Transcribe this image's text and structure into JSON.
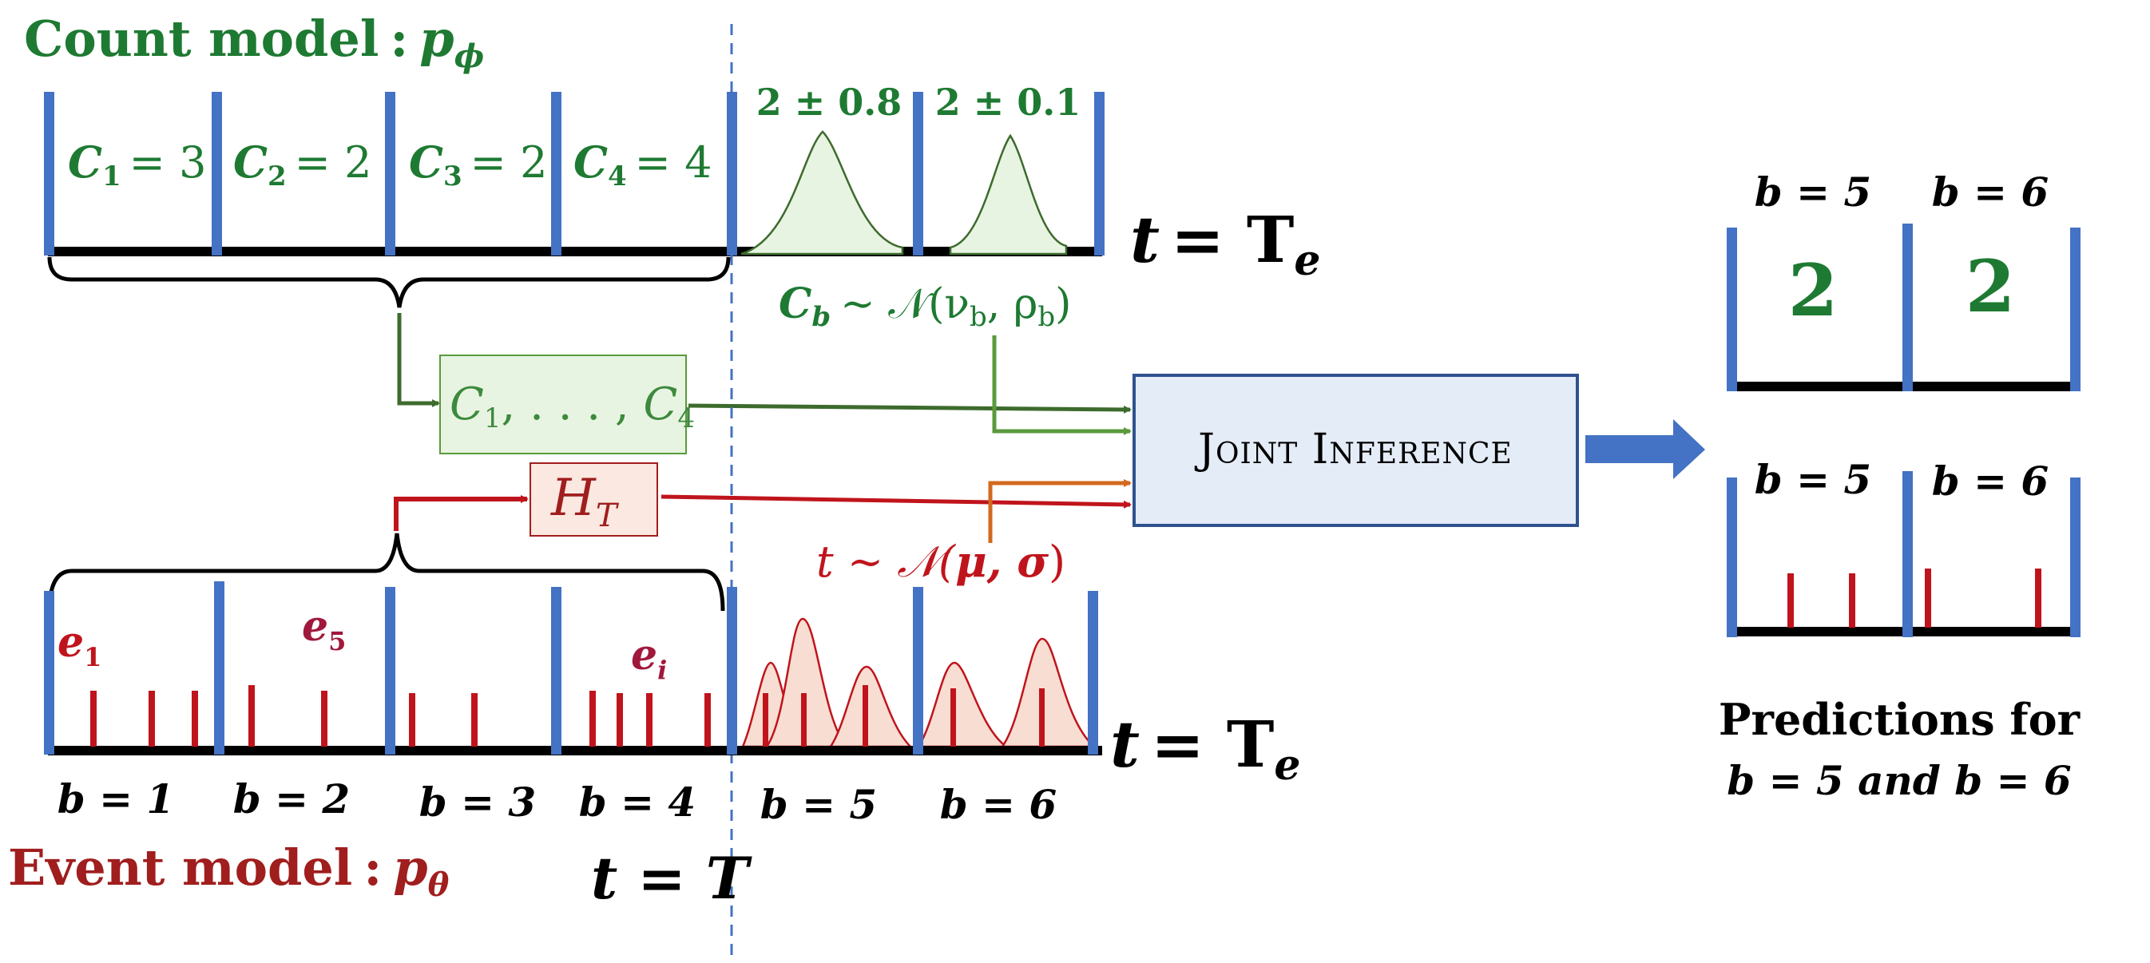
{
  "colors": {
    "green": "#1e7a32",
    "dark_green": "#3d6b2d",
    "red": "#c0141c",
    "dark_red": "#a01e1e",
    "crimson": "#a0183c",
    "blue_bar": "#4472c4",
    "orange": "#d2691e",
    "box_fill": "#e4ecf7",
    "box_stroke": "#2f528f",
    "green_fill": "#e8f4e2",
    "red_fill": "#f8ddd2"
  },
  "count_model": {
    "title": "Count model",
    "colon": ":",
    "param": "p",
    "param_sub": "ϕ",
    "bins": [
      {
        "var": "C",
        "sub": "1",
        "eq": "= 3"
      },
      {
        "var": "C",
        "sub": "2",
        "eq": "= 2"
      },
      {
        "var": "C",
        "sub": "3",
        "eq": "= 2"
      },
      {
        "var": "C",
        "sub": "4",
        "eq": "= 4"
      }
    ],
    "forecasts": [
      "2 ± 0.8",
      "2 ± 0.1"
    ],
    "distribution": {
      "var": "C",
      "sub": "b",
      "rest": "∼ 𝒩(ν",
      "nu_sub": "b",
      "comma": ", ρ",
      "rho_sub": "b",
      "close": ")"
    },
    "time_end": {
      "t": "t",
      "eq": "= T",
      "sub": "e"
    }
  },
  "count_box": {
    "c1": "C",
    "s1": "1",
    "mid": ", . . . , ",
    "c4": "C",
    "s4": "4"
  },
  "history_box": {
    "h": "H",
    "sub": "T"
  },
  "joint": {
    "label": "Joint Inference"
  },
  "event_model": {
    "title": "Event model",
    "colon": ":",
    "param": "p",
    "param_sub": "θ",
    "marks": [
      {
        "var": "e",
        "sub": "1"
      },
      {
        "var": "e",
        "sub": "5"
      },
      {
        "var": "e",
        "sub": "i"
      }
    ],
    "distribution": "t ∼ 𝒩(",
    "dist_params": "μ, σ",
    "dist_close": ")",
    "bin_labels": [
      "b = 1",
      "b = 2",
      "b = 3",
      "b = 4",
      "b = 5",
      "b = 6"
    ],
    "time_end": {
      "t": "t",
      "eq": "= T",
      "sub": "e"
    },
    "time_now": "t = T"
  },
  "predictions": {
    "count_bins": [
      "b = 5",
      "b = 6"
    ],
    "count_values": [
      "2",
      "2"
    ],
    "event_bins": [
      "b = 5",
      "b = 6"
    ],
    "caption_line1": "Predictions for",
    "caption_line2": "b = 5 and b = 6"
  }
}
